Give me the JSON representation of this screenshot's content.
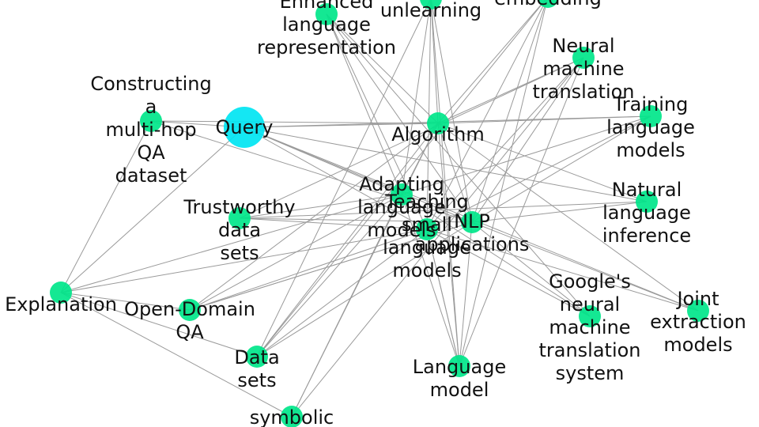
{
  "graph": {
    "colors": {
      "node": "#00e68a",
      "query_node": "#00e5f2",
      "edge": "#9a9a9a",
      "text": "#111111"
    },
    "nodes": [
      {
        "id": "query",
        "lines": [
          "Query"
        ],
        "kind": "query"
      },
      {
        "id": "constructing",
        "lines": [
          "Constructing",
          "a",
          "multi-hop",
          "QA",
          "dataset"
        ]
      },
      {
        "id": "enhanced",
        "lines": [
          "Enhanced",
          "language",
          "representation"
        ]
      },
      {
        "id": "unlearning",
        "lines": [
          "unlearning"
        ]
      },
      {
        "id": "embedding",
        "lines": [
          "embedding"
        ]
      },
      {
        "id": "nmt",
        "lines": [
          "Neural",
          "machine",
          "translation"
        ]
      },
      {
        "id": "training",
        "lines": [
          "Training",
          "language",
          "models"
        ]
      },
      {
        "id": "algorithm",
        "lines": [
          "Algorithm"
        ]
      },
      {
        "id": "adapting",
        "lines": [
          "Adapting",
          "language",
          "models"
        ]
      },
      {
        "id": "teaching",
        "lines": [
          "Teaching",
          "small",
          "language",
          "models"
        ]
      },
      {
        "id": "nlp",
        "lines": [
          "NLP",
          "applications"
        ]
      },
      {
        "id": "nli",
        "lines": [
          "Natural",
          "language",
          "inference"
        ]
      },
      {
        "id": "trustworthy",
        "lines": [
          "Trustworthy",
          "data",
          "sets"
        ]
      },
      {
        "id": "explanation",
        "lines": [
          "Explanation"
        ]
      },
      {
        "id": "opendomain",
        "lines": [
          "Open-Domain",
          "QA"
        ]
      },
      {
        "id": "datasets",
        "lines": [
          "Data",
          "sets"
        ]
      },
      {
        "id": "symbolic",
        "lines": [
          "symbolic"
        ]
      },
      {
        "id": "langmodel",
        "lines": [
          "Language",
          "model"
        ]
      },
      {
        "id": "gnmt",
        "lines": [
          "Google's",
          "neural",
          "machine",
          "translation",
          "system"
        ]
      },
      {
        "id": "joint",
        "lines": [
          "Joint",
          "extraction",
          "models"
        ]
      }
    ],
    "edges": [
      [
        "query",
        "constructing"
      ],
      [
        "query",
        "algorithm"
      ],
      [
        "query",
        "training"
      ],
      [
        "query",
        "explanation"
      ],
      [
        "query",
        "nlp"
      ],
      [
        "query",
        "adapting"
      ],
      [
        "query",
        "teaching"
      ],
      [
        "query",
        "nli"
      ],
      [
        "query",
        "joint"
      ],
      [
        "constructing",
        "explanation"
      ],
      [
        "constructing",
        "nlp"
      ],
      [
        "constructing",
        "algorithm"
      ],
      [
        "explanation",
        "opendomain"
      ],
      [
        "explanation",
        "symbolic"
      ],
      [
        "explanation",
        "adapting"
      ],
      [
        "explanation",
        "datasets"
      ],
      [
        "explanation",
        "teaching"
      ],
      [
        "enhanced",
        "algorithm"
      ],
      [
        "enhanced",
        "nlp"
      ],
      [
        "enhanced",
        "teaching"
      ],
      [
        "enhanced",
        "gnmt"
      ],
      [
        "enhanced",
        "adapting"
      ],
      [
        "unlearning",
        "algorithm"
      ],
      [
        "unlearning",
        "teaching"
      ],
      [
        "unlearning",
        "langmodel"
      ],
      [
        "unlearning",
        "nlp"
      ],
      [
        "unlearning",
        "datasets"
      ],
      [
        "unlearning",
        "adapting"
      ],
      [
        "embedding",
        "algorithm"
      ],
      [
        "embedding",
        "nlp"
      ],
      [
        "embedding",
        "datasets"
      ],
      [
        "embedding",
        "teaching"
      ],
      [
        "embedding",
        "langmodel"
      ],
      [
        "nmt",
        "algorithm"
      ],
      [
        "nmt",
        "nlp"
      ],
      [
        "nmt",
        "teaching"
      ],
      [
        "nmt",
        "langmodel"
      ],
      [
        "nmt",
        "trustworthy"
      ],
      [
        "nmt",
        "symbolic"
      ],
      [
        "training",
        "algorithm"
      ],
      [
        "training",
        "nlp"
      ],
      [
        "training",
        "teaching"
      ],
      [
        "training",
        "adapting"
      ],
      [
        "algorithm",
        "nli"
      ],
      [
        "algorithm",
        "nlp"
      ],
      [
        "algorithm",
        "adapting"
      ],
      [
        "algorithm",
        "opendomain"
      ],
      [
        "algorithm",
        "datasets"
      ],
      [
        "algorithm",
        "langmodel"
      ],
      [
        "algorithm",
        "joint"
      ],
      [
        "algorithm",
        "symbolic"
      ],
      [
        "nlp",
        "trustworthy"
      ],
      [
        "nlp",
        "nli"
      ],
      [
        "nlp",
        "gnmt"
      ],
      [
        "nlp",
        "joint"
      ],
      [
        "nlp",
        "langmodel"
      ],
      [
        "nlp",
        "opendomain"
      ],
      [
        "nlp",
        "datasets"
      ],
      [
        "teaching",
        "trustworthy"
      ],
      [
        "teaching",
        "gnmt"
      ],
      [
        "teaching",
        "joint"
      ],
      [
        "teaching",
        "langmodel"
      ],
      [
        "teaching",
        "opendomain"
      ],
      [
        "teaching",
        "datasets"
      ],
      [
        "adapting",
        "trustworthy"
      ],
      [
        "adapting",
        "langmodel"
      ],
      [
        "adapting",
        "opendomain"
      ],
      [
        "adapting",
        "datasets"
      ],
      [
        "adapting",
        "symbolic"
      ],
      [
        "adapting",
        "gnmt"
      ],
      [
        "trustworthy",
        "nli"
      ],
      [
        "opendomain",
        "nlp"
      ],
      [
        "langmodel",
        "teaching"
      ]
    ]
  }
}
